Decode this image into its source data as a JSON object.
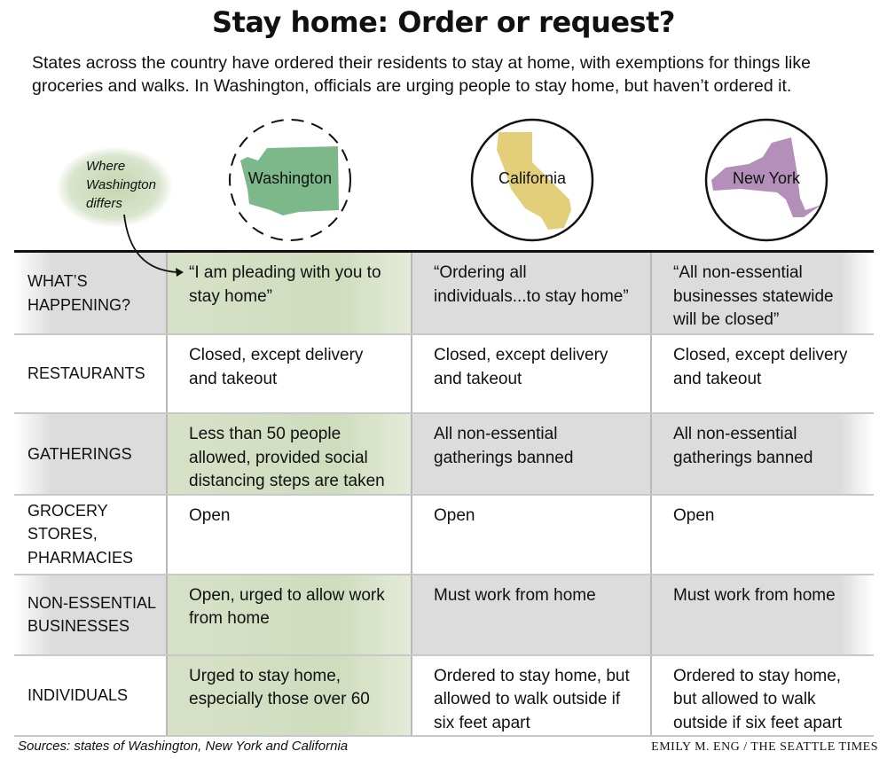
{
  "title": "Stay home: Order or request?",
  "intro": "States across the country have ordered their residents to stay at home, with exemptions for things like groceries and walks. In Washington, officials are urging people to stay home, but haven’t ordered it.",
  "annotation": "Where Washington differs",
  "colors": {
    "washington": "#7db88a",
    "california": "#e3cf7a",
    "new_york": "#b48fba",
    "highlight": "#d3dfc3",
    "gray_row": "#dcdcdc"
  },
  "states": [
    "Washington",
    "California",
    "New York"
  ],
  "rows": [
    {
      "label": "WHAT’S HAPPENING?",
      "wa": "“I am pleading with you to stay home”",
      "ca": "“Ordering all individuals...to stay home”",
      "ny": "“All non-essential businesses statewide will be closed”",
      "wa_differs": true
    },
    {
      "label": "RESTAURANTS",
      "wa": "Closed, except delivery and takeout",
      "ca": "Closed, except delivery and takeout",
      "ny": "Closed, except delivery and takeout",
      "wa_differs": false
    },
    {
      "label": "GATHERINGS",
      "wa": "Less than 50 people allowed, provided social distancing steps are taken",
      "ca": "All non-essential gatherings banned",
      "ny": "All non-essential gatherings banned",
      "wa_differs": true
    },
    {
      "label": "GROCERY STORES, PHARMACIES",
      "wa": "Open",
      "ca": "Open",
      "ny": "Open",
      "wa_differs": false
    },
    {
      "label": "NON-ESSENTIAL BUSINESSES",
      "wa": "Open, urged to allow work from home",
      "ca": "Must work from home",
      "ny": "Must work from home",
      "wa_differs": true
    },
    {
      "label": "INDIVIDUALS",
      "wa": "Urged to stay home, especially those over 60",
      "ca": "Ordered to stay home, but allowed to walk outside if six feet apart",
      "ny": "Ordered to stay home, but allowed to walk outside if six feet apart",
      "wa_differs": true
    }
  ],
  "sources": "Sources: states of Washington, New York and California",
  "credit": "EMILY M. ENG / THE SEATTLE TIMES"
}
